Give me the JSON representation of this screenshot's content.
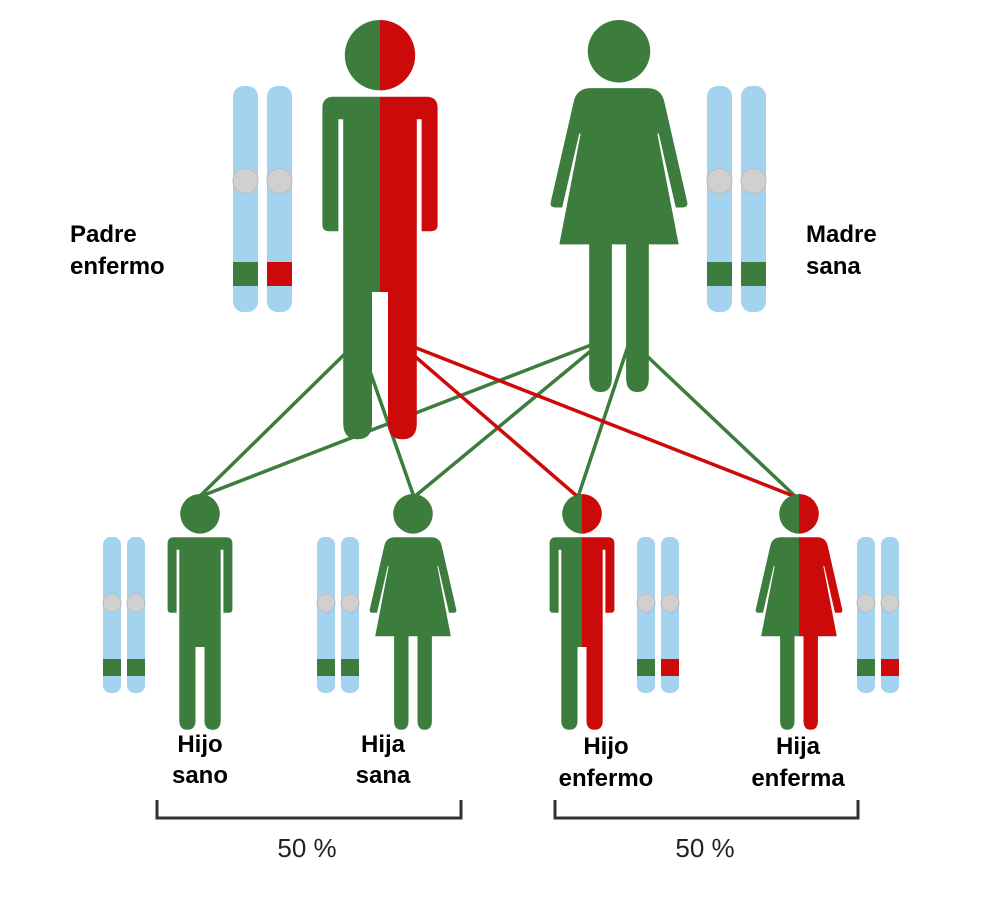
{
  "colors": {
    "healthy": "#3c7d3e",
    "affected": "#cc0a0a",
    "chromosome": "#a3d3ef",
    "centromere": "#d0d0d0"
  },
  "parents": {
    "father": {
      "line1": "Padre",
      "line2": "enfermo",
      "icon": "male-figure-icon"
    },
    "mother": {
      "line1": "Madre",
      "line2": "sana",
      "icon": "female-figure-icon"
    }
  },
  "children": [
    {
      "line1": "Hijo",
      "line2": "sano",
      "sex": "male",
      "affected": false
    },
    {
      "line1": "Hija",
      "line2": "sana",
      "sex": "female",
      "affected": false
    },
    {
      "line1": "Hijo",
      "line2": "enfermo",
      "sex": "male",
      "affected": true
    },
    {
      "line1": "Hija",
      "line2": "enferma",
      "sex": "female",
      "affected": true
    }
  ],
  "groups": [
    {
      "percent": "50 %"
    },
    {
      "percent": "50 %"
    }
  ]
}
